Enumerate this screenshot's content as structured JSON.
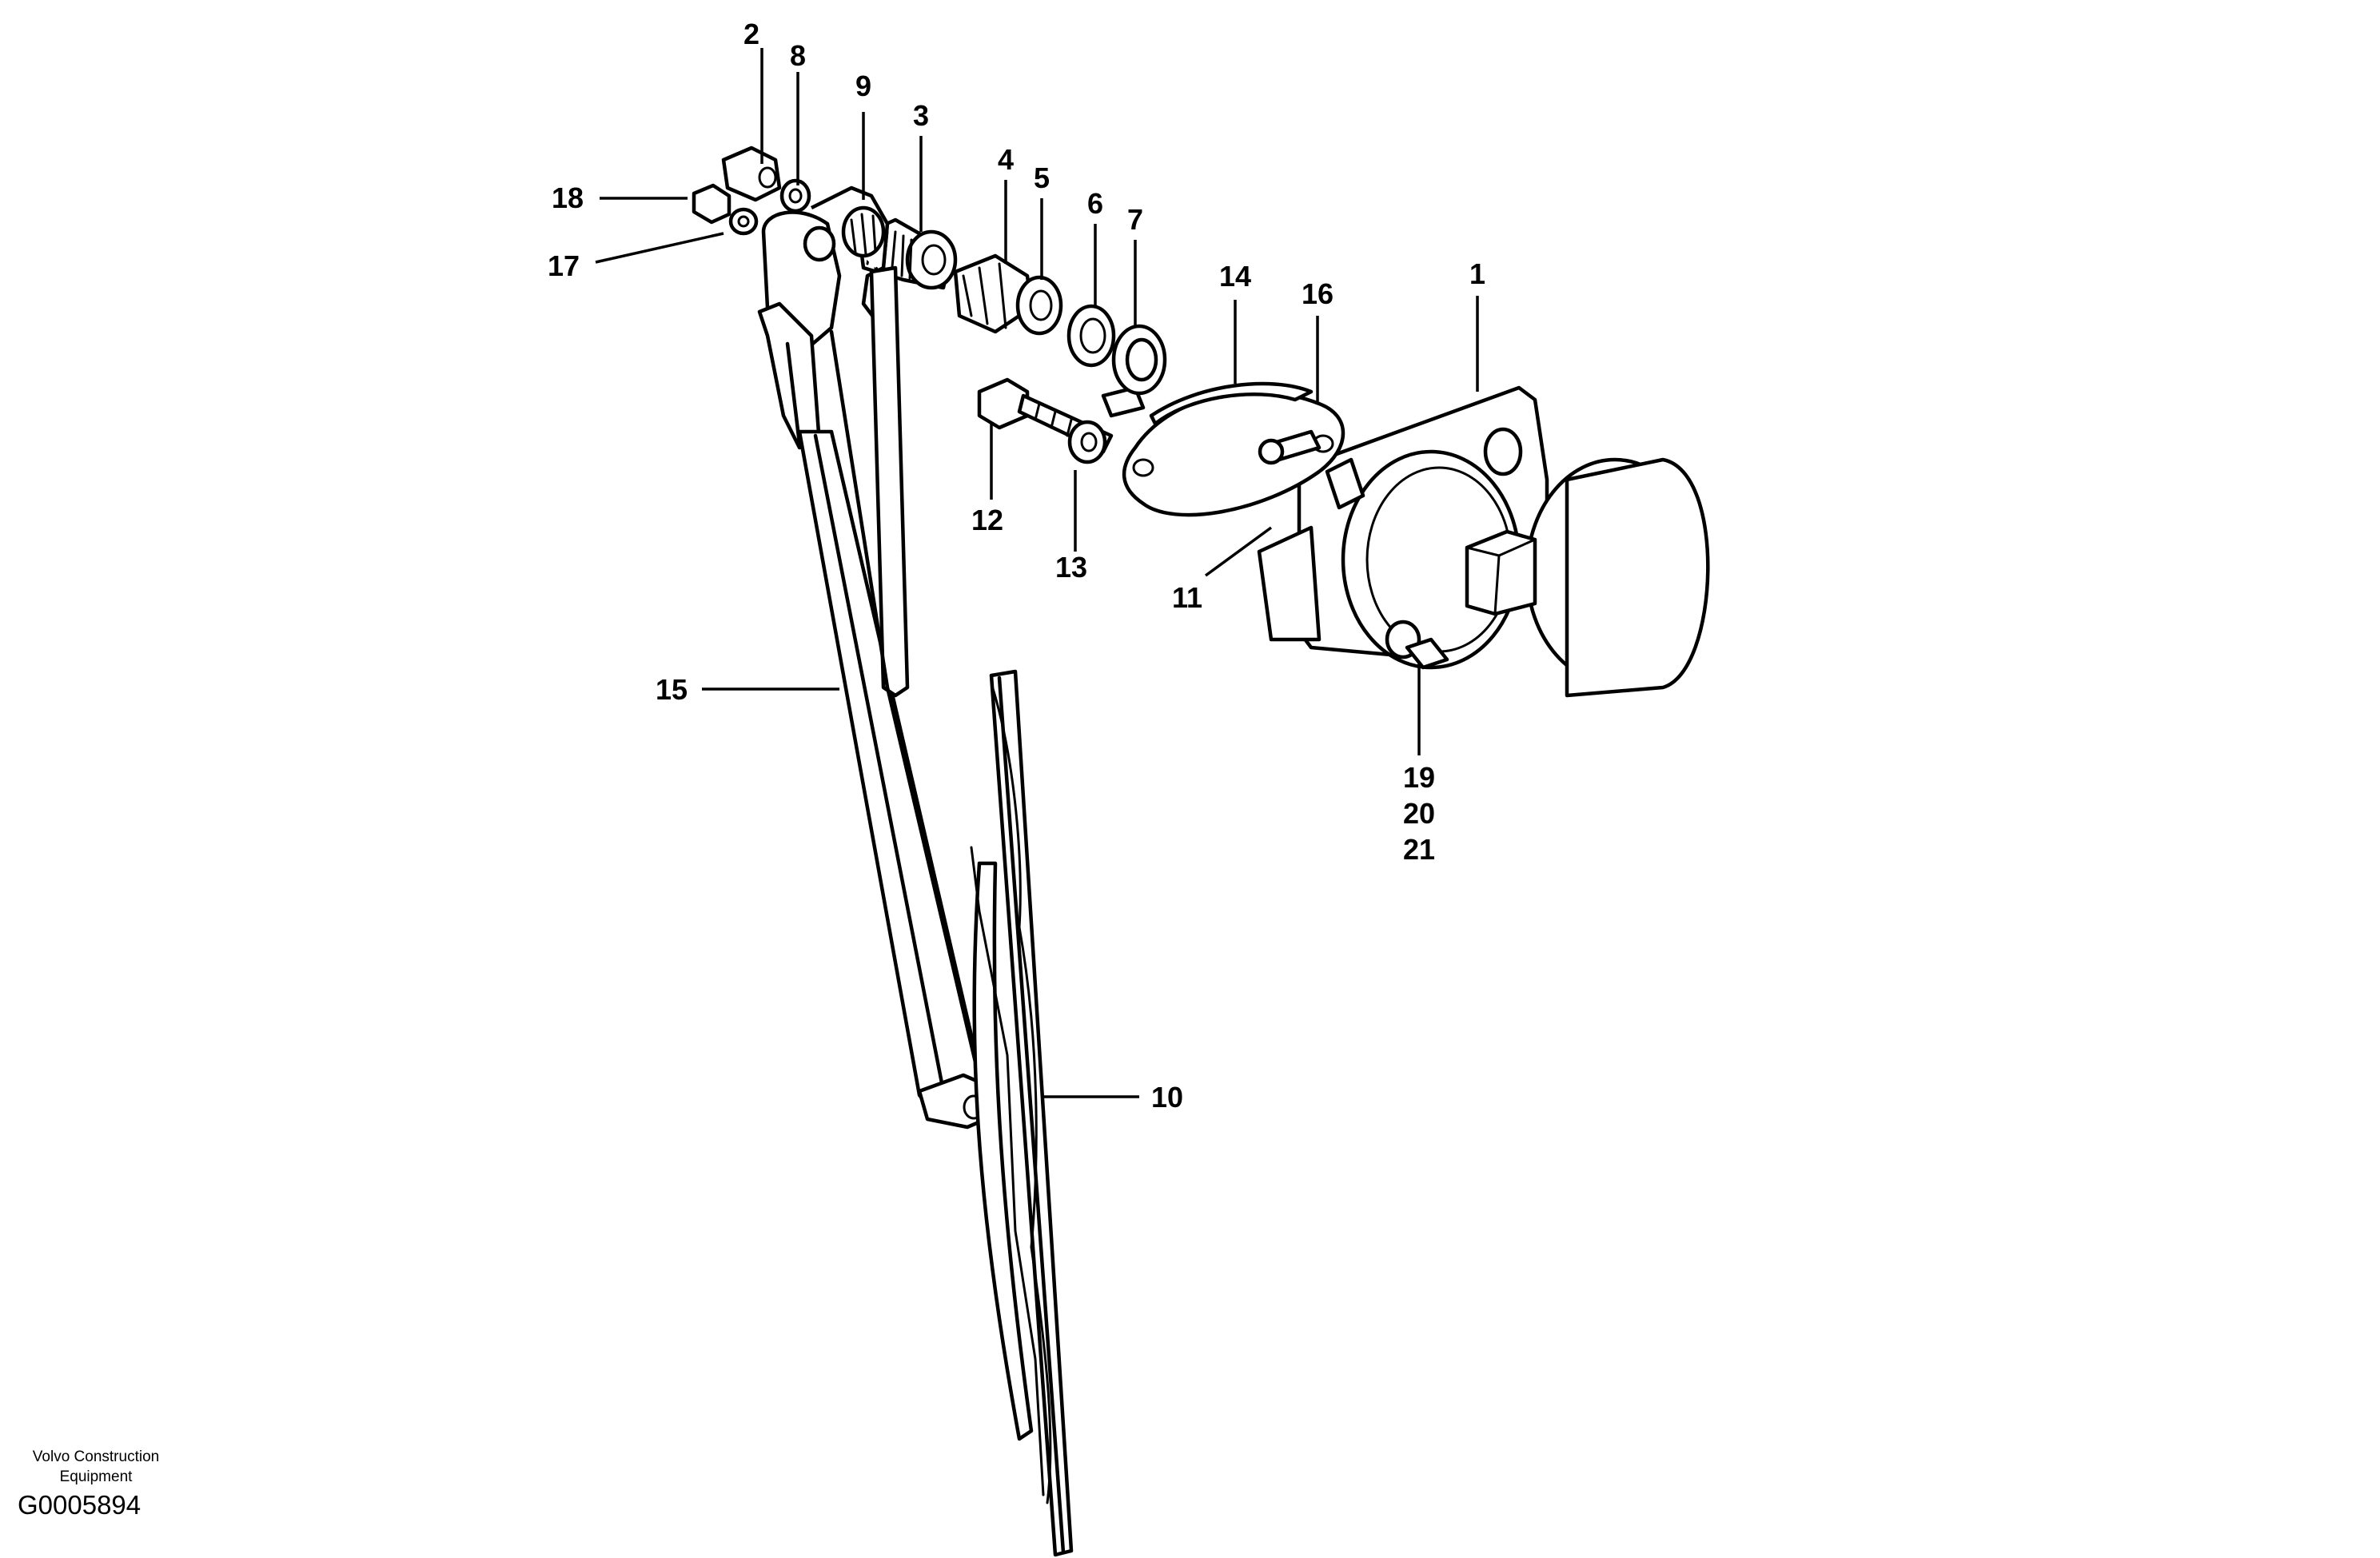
{
  "callouts": [
    {
      "id": "2",
      "label": "2"
    },
    {
      "id": "8",
      "label": "8"
    },
    {
      "id": "9",
      "label": "9"
    },
    {
      "id": "3",
      "label": "3"
    },
    {
      "id": "4",
      "label": "4"
    },
    {
      "id": "5",
      "label": "5"
    },
    {
      "id": "6",
      "label": "6"
    },
    {
      "id": "7",
      "label": "7"
    },
    {
      "id": "14",
      "label": "14"
    },
    {
      "id": "16",
      "label": "16"
    },
    {
      "id": "1",
      "label": "1"
    },
    {
      "id": "18",
      "label": "18"
    },
    {
      "id": "17",
      "label": "17"
    },
    {
      "id": "12",
      "label": "12"
    },
    {
      "id": "13",
      "label": "13"
    },
    {
      "id": "11",
      "label": "11"
    },
    {
      "id": "15",
      "label": "15"
    },
    {
      "id": "19",
      "label": "19"
    },
    {
      "id": "20",
      "label": "20"
    },
    {
      "id": "21",
      "label": "21"
    },
    {
      "id": "10",
      "label": "10"
    }
  ],
  "caption": {
    "manufacturer_line1": "Volvo Construction",
    "manufacturer_line2": "Equipment",
    "drawing_code": "G0005894"
  }
}
